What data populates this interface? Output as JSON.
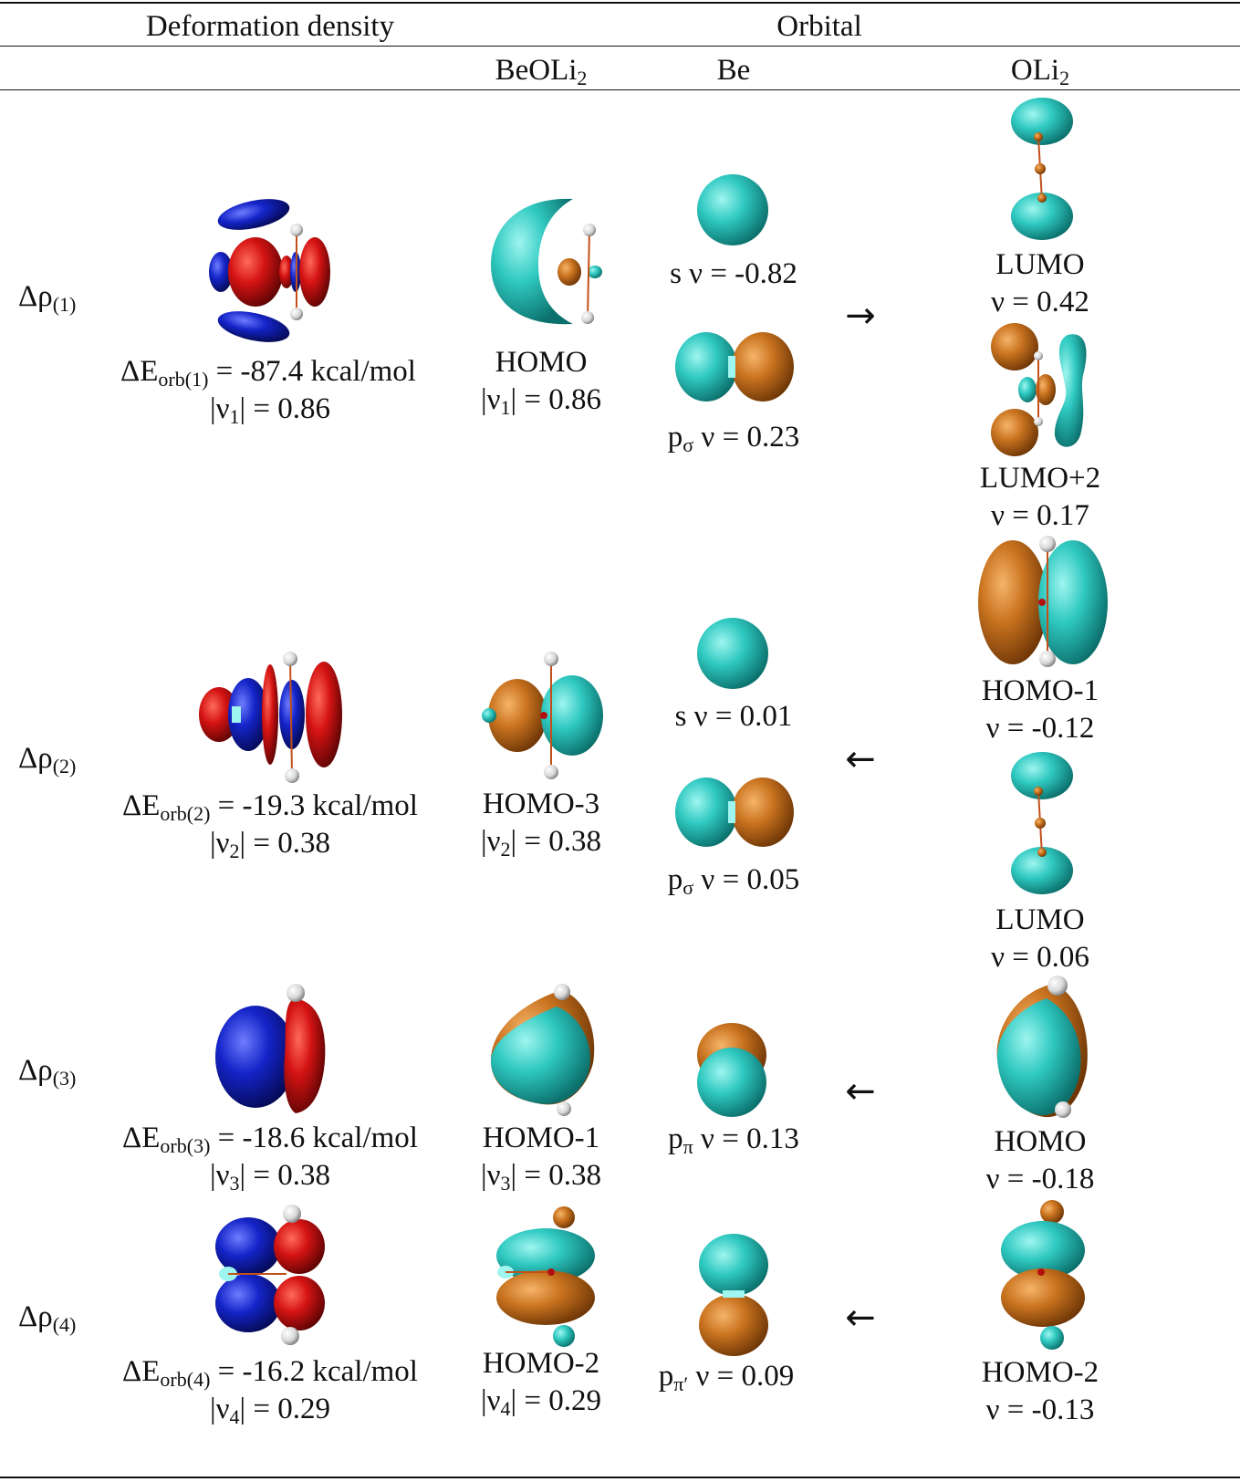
{
  "header": {
    "deformation_density": "Deformation density",
    "orbital": "Orbital",
    "col_beoli2": "BeOLi",
    "col_beoli2_sub": "2",
    "col_be": "Be",
    "col_oli2": "OLi",
    "col_oli2_sub": "2"
  },
  "colors": {
    "positive_density": "#cc1111",
    "negative_density": "#1020c0",
    "orbital_cyan": "#2ec4bd",
    "orbital_orange": "#c8721e",
    "bond": "#c2501a"
  },
  "rows": [
    {
      "label": "Δρ",
      "label_sub": "(1)",
      "de_prefix": "ΔE",
      "de_sub": "orb(1)",
      "de_value": " = -87.4 kcal/mol",
      "nu_prefix": "|ν",
      "nu_sub": "1",
      "nu_value": "| = 0.86",
      "beoli2_name": "HOMO",
      "beoli2_nu_prefix": "|ν",
      "beoli2_nu_sub": "1",
      "beoli2_nu_value": "| = 0.86",
      "be": [
        {
          "text": "s ν = -0.82"
        },
        {
          "p": "p",
          "p_sub": "σ",
          "text": " ν = 0.23"
        }
      ],
      "arrow": "→",
      "oli2": [
        {
          "name": "LUMO",
          "nu": "ν = 0.42"
        },
        {
          "name": "LUMO+2",
          "nu": "ν = 0.17"
        }
      ]
    },
    {
      "label": "Δρ",
      "label_sub": "(2)",
      "de_prefix": "ΔE",
      "de_sub": "orb(2)",
      "de_value": " = -19.3 kcal/mol",
      "nu_prefix": "|ν",
      "nu_sub": "2",
      "nu_value": "| = 0.38",
      "beoli2_name": "HOMO-3",
      "beoli2_nu_prefix": "|ν",
      "beoli2_nu_sub": "2",
      "beoli2_nu_value": "| = 0.38",
      "be": [
        {
          "text": "s ν = 0.01"
        },
        {
          "p": "p",
          "p_sub": "σ",
          "text": " ν = 0.05"
        }
      ],
      "arrow": "←",
      "oli2": [
        {
          "name": "HOMO-1",
          "nu": "ν = -0.12"
        },
        {
          "name": "LUMO",
          "nu": "ν = 0.06"
        }
      ]
    },
    {
      "label": "Δρ",
      "label_sub": "(3)",
      "de_prefix": "ΔE",
      "de_sub": "orb(3)",
      "de_value": " = -18.6 kcal/mol",
      "nu_prefix": "|ν",
      "nu_sub": "3",
      "nu_value": "| = 0.38",
      "beoli2_name": "HOMO-1",
      "beoli2_nu_prefix": "|ν",
      "beoli2_nu_sub": "3",
      "beoli2_nu_value": "| = 0.38",
      "be": [
        {
          "p": "p",
          "p_sub": "π",
          "text": " ν = 0.13"
        }
      ],
      "arrow": "←",
      "oli2": [
        {
          "name": "HOMO",
          "nu": "ν = -0.18"
        }
      ]
    },
    {
      "label": "Δρ",
      "label_sub": "(4)",
      "de_prefix": "ΔE",
      "de_sub": "orb(4)",
      "de_value": " = -16.2 kcal/mol",
      "nu_prefix": "|ν",
      "nu_sub": "4",
      "nu_value": "| = 0.29",
      "beoli2_name": "HOMO-2",
      "beoli2_nu_prefix": "|ν",
      "beoli2_nu_sub": "4",
      "beoli2_nu_value": "| = 0.29",
      "be": [
        {
          "p": "p",
          "p_sub": "π′",
          "text": " ν = 0.09"
        }
      ],
      "arrow": "←",
      "oli2": [
        {
          "name": "HOMO-2",
          "nu": "ν = -0.13"
        }
      ]
    }
  ]
}
